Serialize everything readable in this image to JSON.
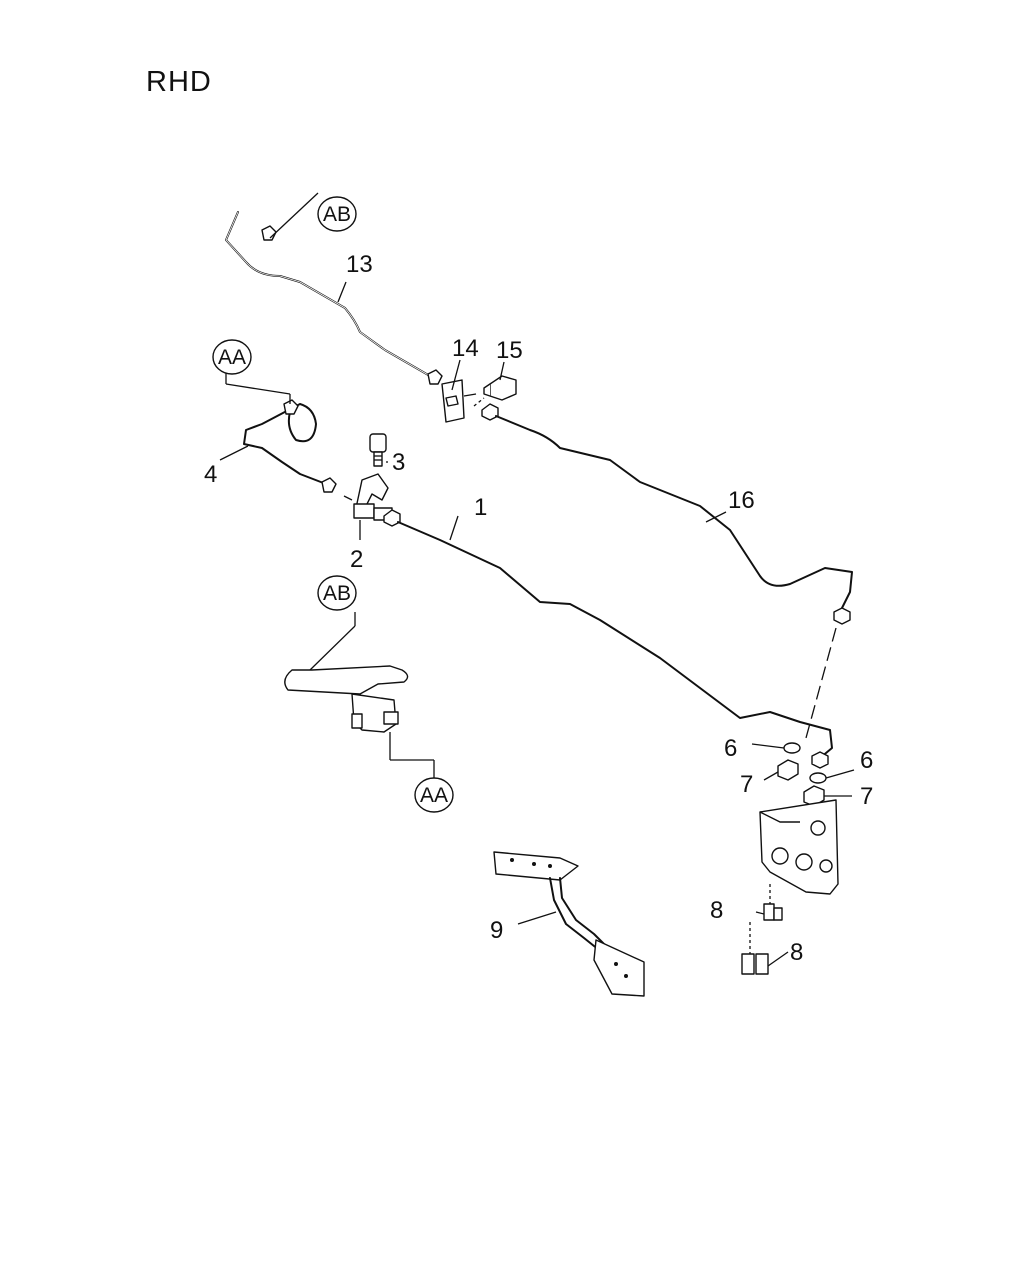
{
  "title": "RHD",
  "callouts": [
    "1",
    "2",
    "3",
    "4",
    "6",
    "6",
    "7",
    "7",
    "8",
    "8",
    "9",
    "13",
    "14",
    "15",
    "16"
  ],
  "references": [
    "AB",
    "AA",
    "AB",
    "AA"
  ]
}
